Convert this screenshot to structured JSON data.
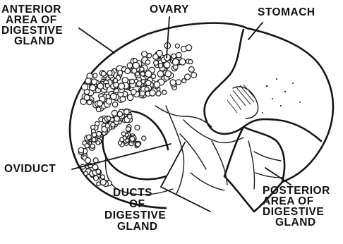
{
  "labels": {
    "anterior": [
      "ANTERIOR",
      "AREA OF",
      "DIGESTIVE",
      "GLAND"
    ],
    "ovary": "OVARY",
    "stomach": "STOMACH",
    "oviduct": "OVIDUCT",
    "ducts": [
      "DUCTS",
      "OF",
      "DIGESTIVE",
      "GLAND"
    ],
    "posterior": [
      "POSTERIOR",
      "AREA OF",
      "DIGESTIVE",
      "GLAND"
    ]
  }
}
